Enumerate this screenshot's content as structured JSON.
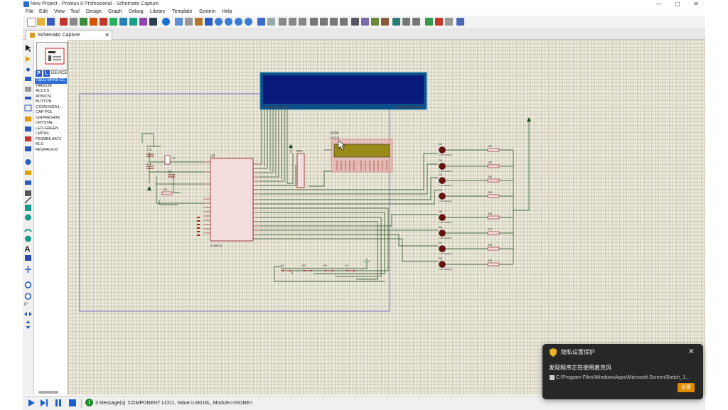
{
  "window": {
    "title": "New Project - Proteus 8 Professional - Schematic Capture",
    "minimize": "—",
    "maximize": "▢",
    "close": "✕"
  },
  "menu": [
    "File",
    "Edit",
    "View",
    "Tool",
    "Design",
    "Graph",
    "Debug",
    "Library",
    "Template",
    "System",
    "Help"
  ],
  "tab": {
    "label": "Schematic Capture",
    "close": "✕"
  },
  "device_panel": {
    "p_button": "P",
    "l_button": "L",
    "header": "DEVICES",
    "devices": [
      "7SEG-MPX8-CC",
      "74AS138",
      "ACCCS",
      "AT89C51",
      "BUTTON",
      "C2225X5RA1...",
      "CAP-POL",
      "CHIPRES43K",
      "CRYSTAL",
      "LED-GREEN",
      "LM016L",
      "P6SMB6.8AT3",
      "RLS",
      "RESPACK-8"
    ],
    "selected_index": 0
  },
  "schematic": {
    "ic_label": "U1",
    "ic_part": "AT89C51",
    "lcd_ref": "LCD1",
    "lcd_model": "LM016L",
    "respack_ref": "RP1",
    "crystal_ref": "X1",
    "cap_refs": [
      "C1",
      "C2",
      "C3"
    ],
    "resistor_ref": "R1",
    "leds": [
      {
        "ref": "D1",
        "model": "LED-GREEN"
      },
      {
        "ref": "D2",
        "model": "LED-GREEN"
      },
      {
        "ref": "D3",
        "model": "LED-GREEN"
      },
      {
        "ref": "D4",
        "model": "LED-GREEN"
      },
      {
        "ref": "D5",
        "model": "LED-GREEN"
      },
      {
        "ref": "D6",
        "model": "LED-GREEN"
      },
      {
        "ref": "D7",
        "model": "LED-GREEN"
      },
      {
        "ref": "D8",
        "model": "LED-GREEN"
      }
    ],
    "led_resistors": [
      "R2",
      "R3",
      "R4",
      "R5",
      "R6",
      "R7",
      "R8",
      "R9"
    ],
    "buttons": [
      "K1",
      "K2",
      "K3",
      "K4"
    ]
  },
  "status": {
    "message_count": "i",
    "messages_label": "3 Message(s)",
    "text": "COMPONENT LCD1, Value=LM016L, Module=<NONE>"
  },
  "toast": {
    "title": "隐私设置保护",
    "body": "发现程序正在使用麦克风",
    "path": "C:\\Program Files\\WindowsApps\\Microsoft.ScreenSketch_1...",
    "button": "设置",
    "close": "✕"
  },
  "colors": {
    "canvas_bg": "#ebe9dc",
    "grid": "#cfcbb8",
    "wire": "#1a4a1a",
    "component": "#8b1a1a",
    "lcd_screen": "#0a1a7a",
    "lcd_frame": "#2a8ab0",
    "selection_box": "#6a5acd",
    "toast_button": "#e08a00",
    "accent": "#2f6fd6"
  }
}
